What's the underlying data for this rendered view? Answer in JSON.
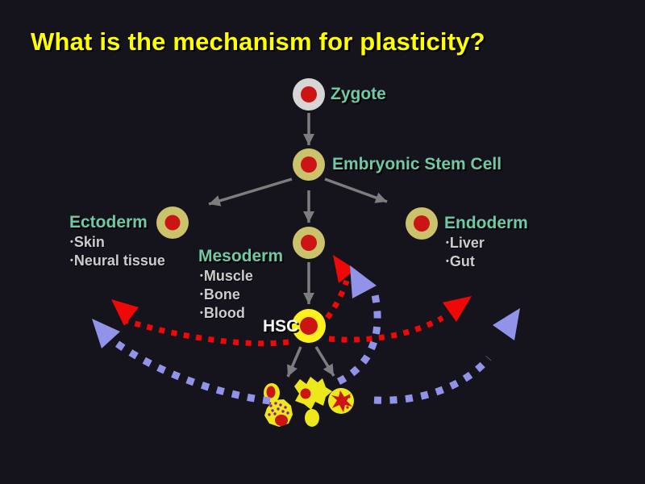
{
  "slide": {
    "title": "What is the mechanism for plasticity?",
    "bullet_glyph": "•"
  },
  "nodes": {
    "zygote": {
      "label": "Zygote"
    },
    "embryonic_stem_cell": {
      "label": "Embryonic Stem Cell"
    },
    "ectoderm": {
      "label": "Ectoderm",
      "items": [
        "Skin",
        "Neural tissue"
      ]
    },
    "mesoderm": {
      "label": "Mesoderm",
      "items": [
        "Muscle",
        "Bone",
        "Blood"
      ]
    },
    "endoderm": {
      "label": "Endoderm",
      "items": [
        "Liver",
        "Gut"
      ]
    },
    "hsc": {
      "label": "HSC"
    }
  },
  "relationships": {
    "differentiation_solid_gray": [
      {
        "from": "Zygote",
        "to": "Embryonic Stem Cell"
      },
      {
        "from": "Embryonic Stem Cell",
        "to": "Ectoderm"
      },
      {
        "from": "Embryonic Stem Cell",
        "to": "Mesoderm"
      },
      {
        "from": "Embryonic Stem Cell",
        "to": "Endoderm"
      },
      {
        "from": "Mesoderm",
        "to": "HSC"
      },
      {
        "from": "HSC",
        "to": "blood cells (left)"
      },
      {
        "from": "HSC",
        "to": "blood cells (right)"
      }
    ],
    "plasticity_red_dotted_from_hsc": [
      "up-left toward Ectoderm",
      "up toward Mesoderm",
      "up-right toward Endoderm"
    ],
    "plasticity_blue_dotted_from_blood_cells": [
      "up-left toward Ectoderm",
      "up toward Mesoderm",
      "up-right toward Endoderm"
    ]
  },
  "colors": {
    "background": "#15131b",
    "title_yellow": "#ffff00",
    "label_teal": "#6fc9a5",
    "bullet_text": "#cccccc",
    "cell_membrane": "#cbc36c",
    "zygote_membrane": "#d6d6d6",
    "nucleus_red": "#cc1414",
    "hsc_yellow": "#fff01e",
    "gray_arrow": "#7d7d7d",
    "plasticity_red": "#ee0808",
    "plasticity_blue": "#9193e8",
    "blood_yellow": "#ece81c",
    "granule_purple": "#93199b"
  }
}
